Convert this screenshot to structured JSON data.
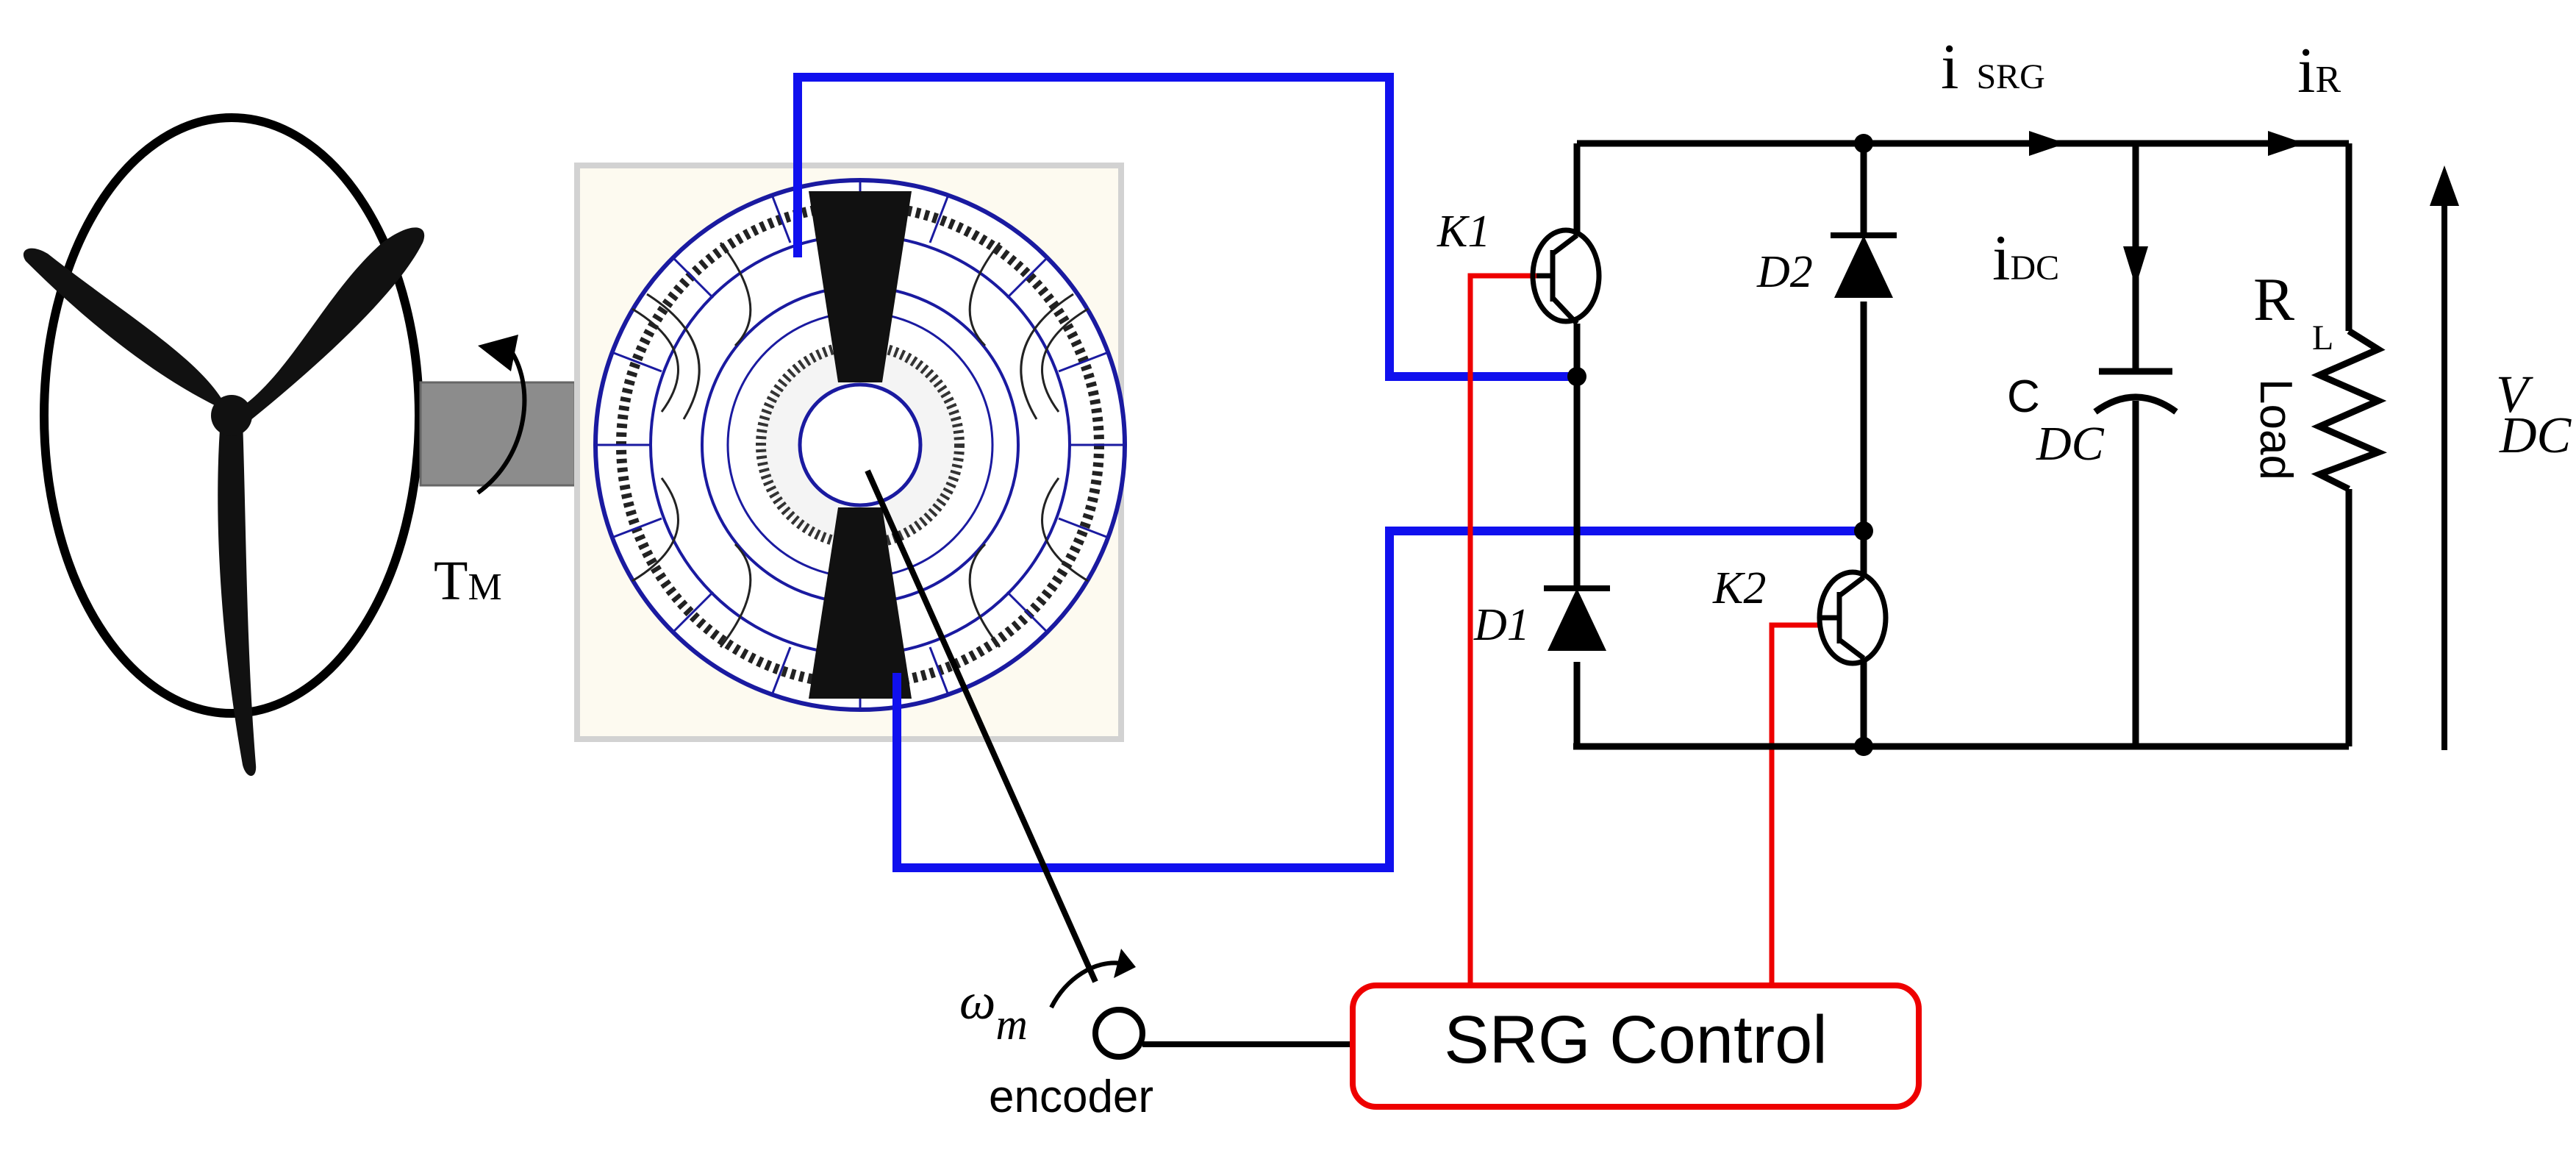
{
  "labels": {
    "torque": "T",
    "torque_sub": "M",
    "omega": "ω",
    "omega_sub": "m",
    "encoder": "encoder",
    "controller": "SRG Control",
    "k1": "K1",
    "k2": "K2",
    "d1": "D1",
    "d2": "D2",
    "i_srg": "i",
    "i_srg_sub": "SRG",
    "i_r": "i",
    "i_r_sub": "R",
    "i_dc": "i",
    "i_dc_sub": "DC",
    "c_dc": "C",
    "c_dc_sub": "DC",
    "r_l": "R",
    "r_l_sub": "L",
    "load": "Load",
    "v_dc": "V",
    "v_dc_sub": "DC"
  },
  "colors": {
    "winding": "#1010ee",
    "control": "#ee0000",
    "wire": "#000000",
    "machine_bg": "#fdfaf0",
    "machine_border": "#d2d2d2",
    "shaft": "#8c8c8c"
  }
}
